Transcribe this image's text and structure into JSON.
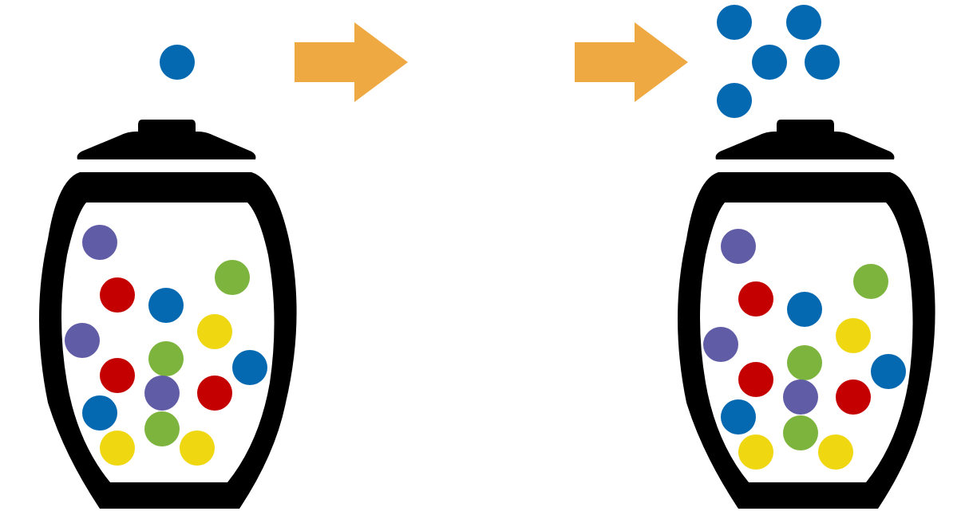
{
  "colors": {
    "background": "#ffffff",
    "jar": "#000000",
    "arrow": "#efa942",
    "blue": "#0469b1",
    "purple": "#615ca6",
    "red": "#c50000",
    "green": "#7cb43d",
    "yellow": "#efd711"
  },
  "panels": [
    {
      "name": "jar-left",
      "jar_icon": "candy-jar-icon",
      "candies_inside": [
        "purple",
        "green",
        "red",
        "blue",
        "yellow",
        "purple",
        "green",
        "red",
        "blue",
        "purple",
        "red",
        "blue",
        "green",
        "yellow",
        "yellow"
      ],
      "candies_above": [
        "blue"
      ]
    },
    {
      "name": "jar-right",
      "jar_icon": "candy-jar-icon",
      "candies_inside": [
        "purple",
        "green",
        "red",
        "blue",
        "yellow",
        "purple",
        "green",
        "red",
        "blue",
        "purple",
        "red",
        "blue",
        "green",
        "yellow",
        "yellow"
      ],
      "candies_above": [
        "blue",
        "blue",
        "blue",
        "blue",
        "blue"
      ]
    }
  ],
  "arrows": [
    "arrow-right-icon",
    "arrow-right-icon"
  ]
}
